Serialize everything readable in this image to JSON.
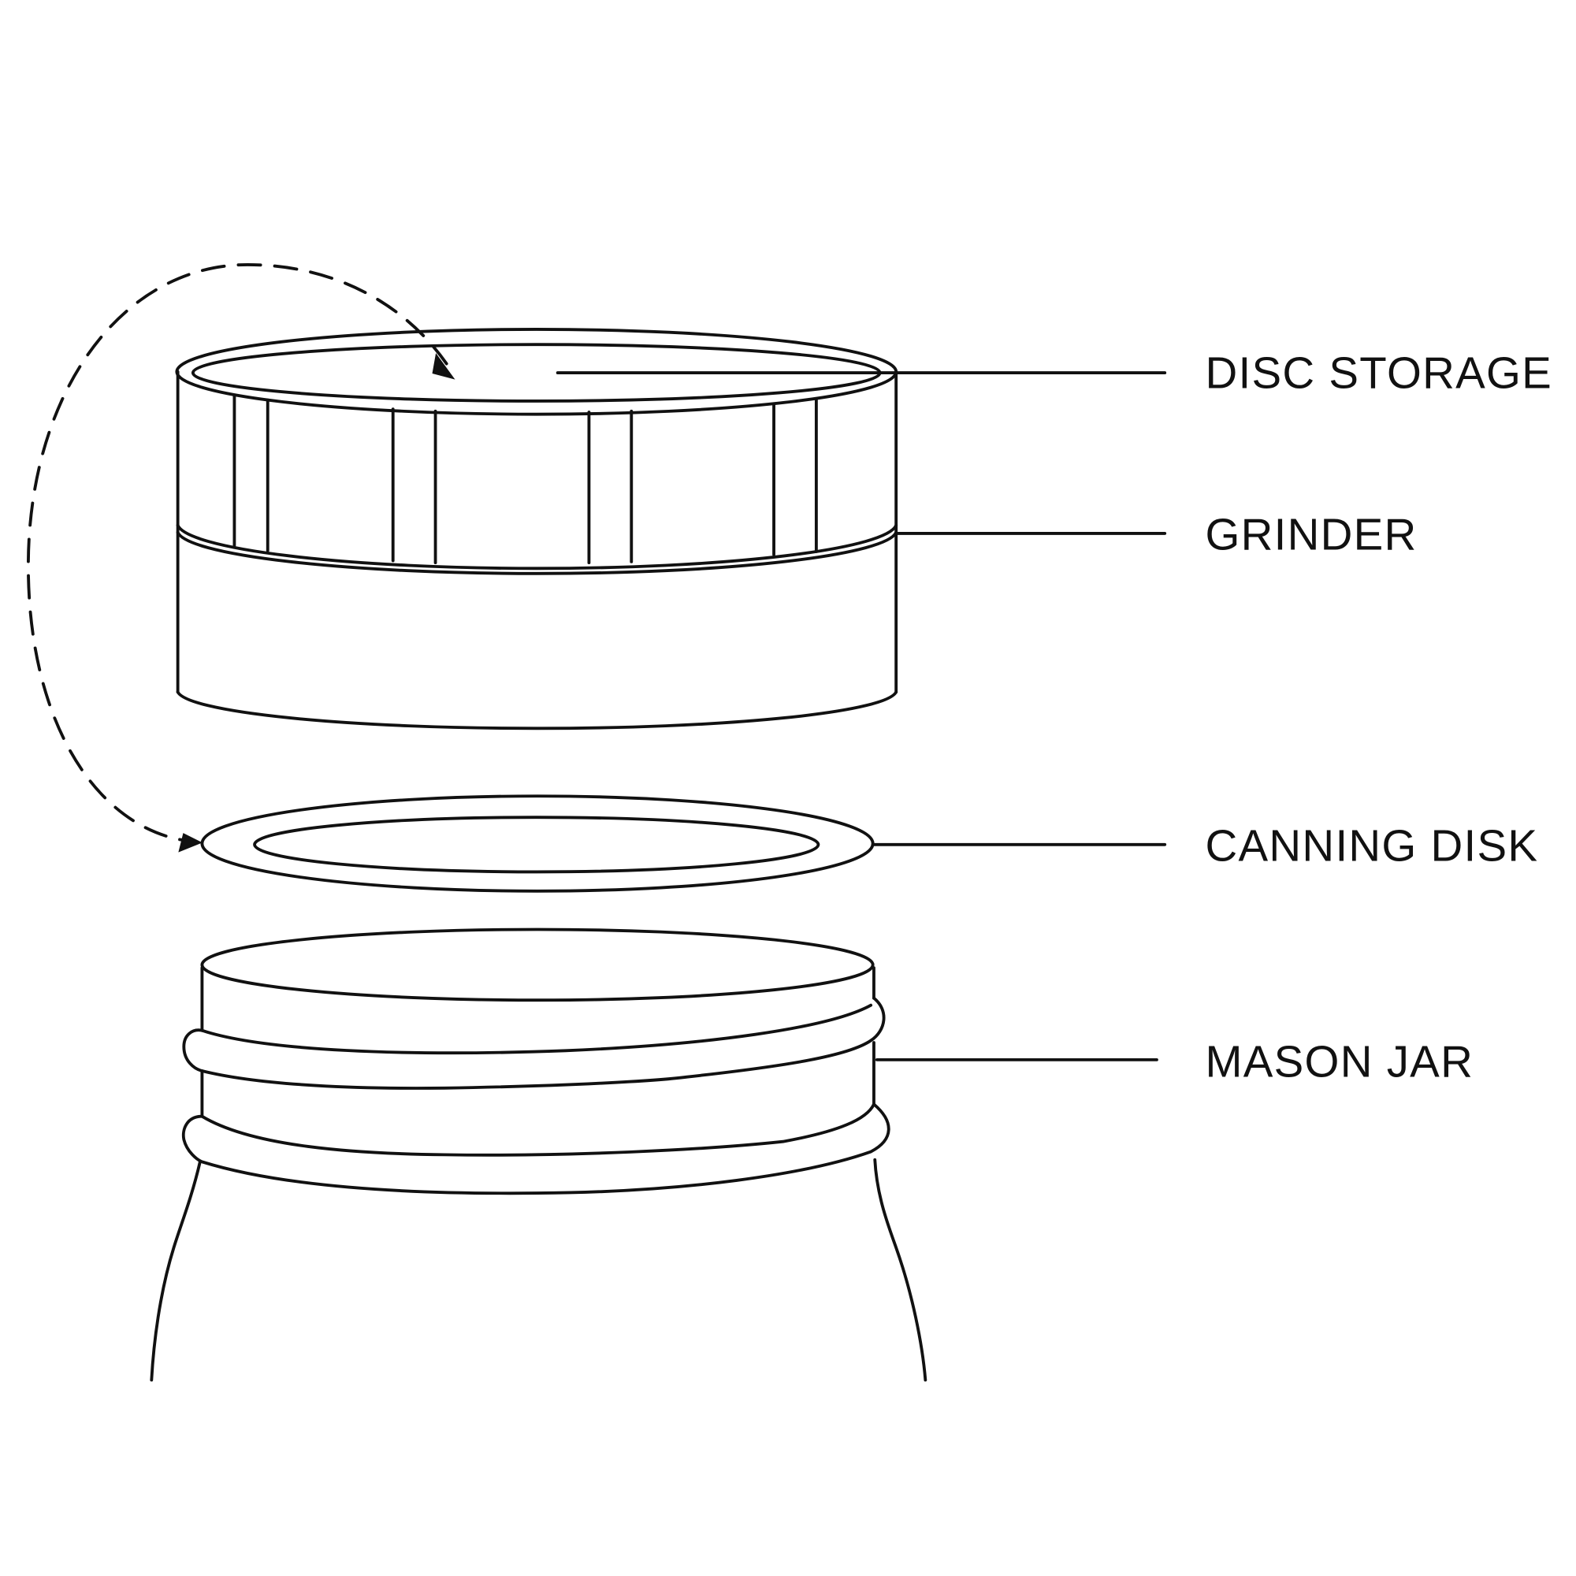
{
  "labels": {
    "disc_storage": "DISC STORAGE",
    "grinder": "GRINDER",
    "canning_disk": "CANNING DISK",
    "mason_jar": "MASON JAR"
  },
  "colors": {
    "stroke": "#111111",
    "background": "#ffffff"
  }
}
